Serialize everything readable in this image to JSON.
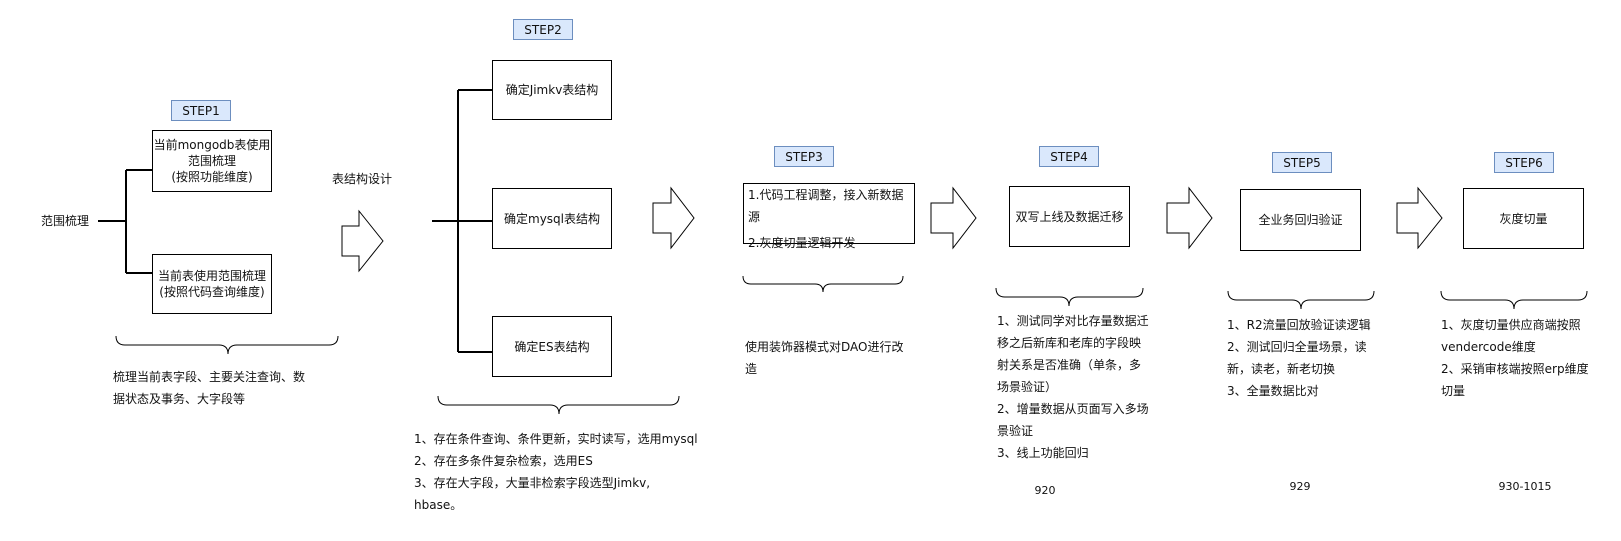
{
  "steps": {
    "s1": "STEP1",
    "s2": "STEP2",
    "s3": "STEP3",
    "s4": "STEP4",
    "s5": "STEP5",
    "s6": "STEP6"
  },
  "stage1": {
    "root": "范围梳理",
    "box_a": "当前mongodb表使用\n范围梳理\n(按照功能维度)",
    "box_b": "当前表使用范围梳理\n(按照代码查询维度)",
    "note": "梳理当前表字段、主要关注查询、数\n据状态及事务、大字段等"
  },
  "stage2": {
    "root": "表结构设计",
    "box_jimkv": "确定Jimkv表结构",
    "box_mysql": "确定mysql表结构",
    "box_es": "确定ES表结构",
    "note": "1、存在条件查询、条件更新，实时读写，选用mysql\n2、存在多条件复杂检索，选用ES\n3、存在大字段，大量非检索字段选型Jimkv,\nhbase。"
  },
  "stage3": {
    "line1": "1.代码工程调整，接入新数据源",
    "line2": "2.灰度切量逻辑开发",
    "note": "使用装饰器模式对DAO进行改\n造"
  },
  "stage4": {
    "box": "双写上线及数据迁移",
    "note": "1、测试同学对比存量数据迁\n移之后新库和老库的字段映\n射关系是否准确（单条，多\n场景验证）\n2、增量数据从页面写入多场\n景验证\n3、线上功能回归",
    "date": "920"
  },
  "stage5": {
    "box": "全业务回归验证",
    "note": "1、R2流量回放验证读逻辑\n2、测试回归全量场景，读\n新，读老，新老切换\n3、全量数据比对",
    "date": "929"
  },
  "stage6": {
    "box": "灰度切量",
    "note": "1、灰度切量供应商端按照\nvendercode维度\n2、采销审核端按照erp维度\n切量",
    "date": "930-1015"
  }
}
